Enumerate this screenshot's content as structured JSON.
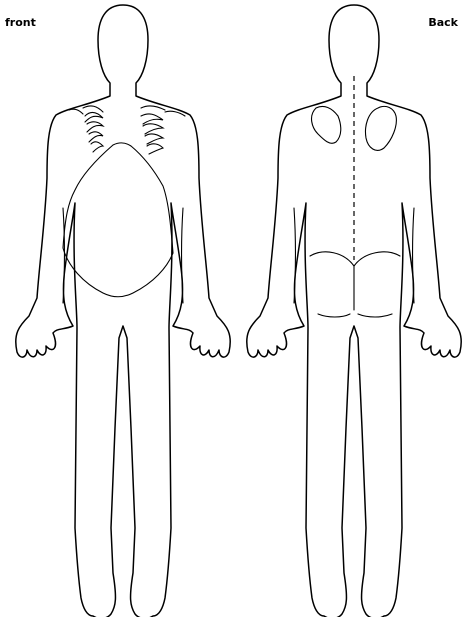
{
  "labels": {
    "front": "front",
    "back": "Back"
  },
  "colors": {
    "background": "#ffffff",
    "line": "#000000"
  },
  "figures": [
    {
      "view": "front",
      "marked_regions": [
        "left-upper-chest",
        "right-upper-chest",
        "abdomen"
      ]
    },
    {
      "view": "back",
      "marked_regions": [
        "left-scapula",
        "right-scapula",
        "spine",
        "buttocks"
      ]
    }
  ]
}
